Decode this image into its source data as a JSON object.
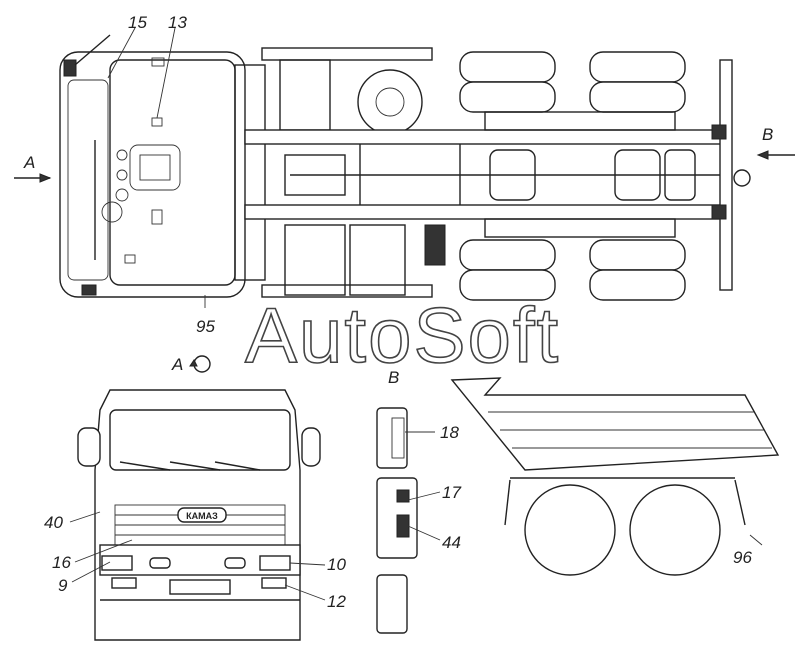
{
  "views": {
    "top": {
      "arrow_left": "A",
      "arrow_right": "B",
      "rotation_mark": "A"
    },
    "side_view_label": "B"
  },
  "callouts": {
    "c13": "13",
    "c15": "15",
    "c95": "95",
    "c40": "40",
    "c16": "16",
    "c9": "9",
    "c10": "10",
    "c12": "12",
    "c18": "18",
    "c17": "17",
    "c44": "44",
    "c96": "96"
  },
  "brand_plate": "КАМАЗ",
  "watermark": "AutoSoft"
}
